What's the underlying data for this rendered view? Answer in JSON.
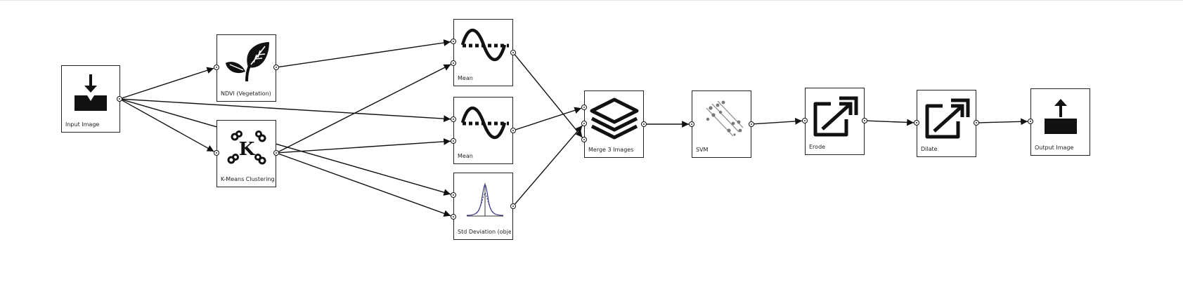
{
  "diagram": {
    "nodes": [
      {
        "id": "input_image",
        "label": "Input Image",
        "icon": "download-tray-icon"
      },
      {
        "id": "ndvi",
        "label": "NDVI (Vegetation)",
        "icon": "leaf-sprout-icon"
      },
      {
        "id": "kmeans",
        "label": "K-Means Clustering",
        "icon": "kmeans-cluster-icon"
      },
      {
        "id": "mean_1",
        "label": "Mean",
        "icon": "sine-wave-mean-icon"
      },
      {
        "id": "mean_2",
        "label": "Mean",
        "icon": "sine-wave-mean-icon"
      },
      {
        "id": "std_dev",
        "label": "Std Deviation (object)",
        "icon": "bell-curve-icon"
      },
      {
        "id": "merge",
        "label": "Merge 3 Images",
        "icon": "layers-stack-icon"
      },
      {
        "id": "svm",
        "label": "SVM",
        "icon": "svm-scatter-icon"
      },
      {
        "id": "erode",
        "label": "Erode",
        "icon": "arrow-square-icon"
      },
      {
        "id": "dilate",
        "label": "Dilate",
        "icon": "arrow-square-icon"
      },
      {
        "id": "output_image",
        "label": "Output Image",
        "icon": "upload-tray-icon"
      }
    ],
    "edges": [
      {
        "from": "input_image",
        "to": "ndvi"
      },
      {
        "from": "input_image",
        "to": "kmeans"
      },
      {
        "from": "input_image",
        "to": "mean_2"
      },
      {
        "from": "input_image",
        "to": "std_dev"
      },
      {
        "from": "ndvi",
        "to": "mean_1"
      },
      {
        "from": "kmeans",
        "to": "mean_1"
      },
      {
        "from": "kmeans",
        "to": "mean_2"
      },
      {
        "from": "kmeans",
        "to": "std_dev"
      },
      {
        "from": "mean_1",
        "to": "merge"
      },
      {
        "from": "mean_2",
        "to": "merge"
      },
      {
        "from": "std_dev",
        "to": "merge"
      },
      {
        "from": "merge",
        "to": "svm"
      },
      {
        "from": "svm",
        "to": "erode"
      },
      {
        "from": "erode",
        "to": "dilate"
      },
      {
        "from": "dilate",
        "to": "output_image"
      }
    ],
    "colors": {
      "node_border": "#222222",
      "wire": "#111111",
      "curve_accent": "#3a3a8c"
    }
  }
}
